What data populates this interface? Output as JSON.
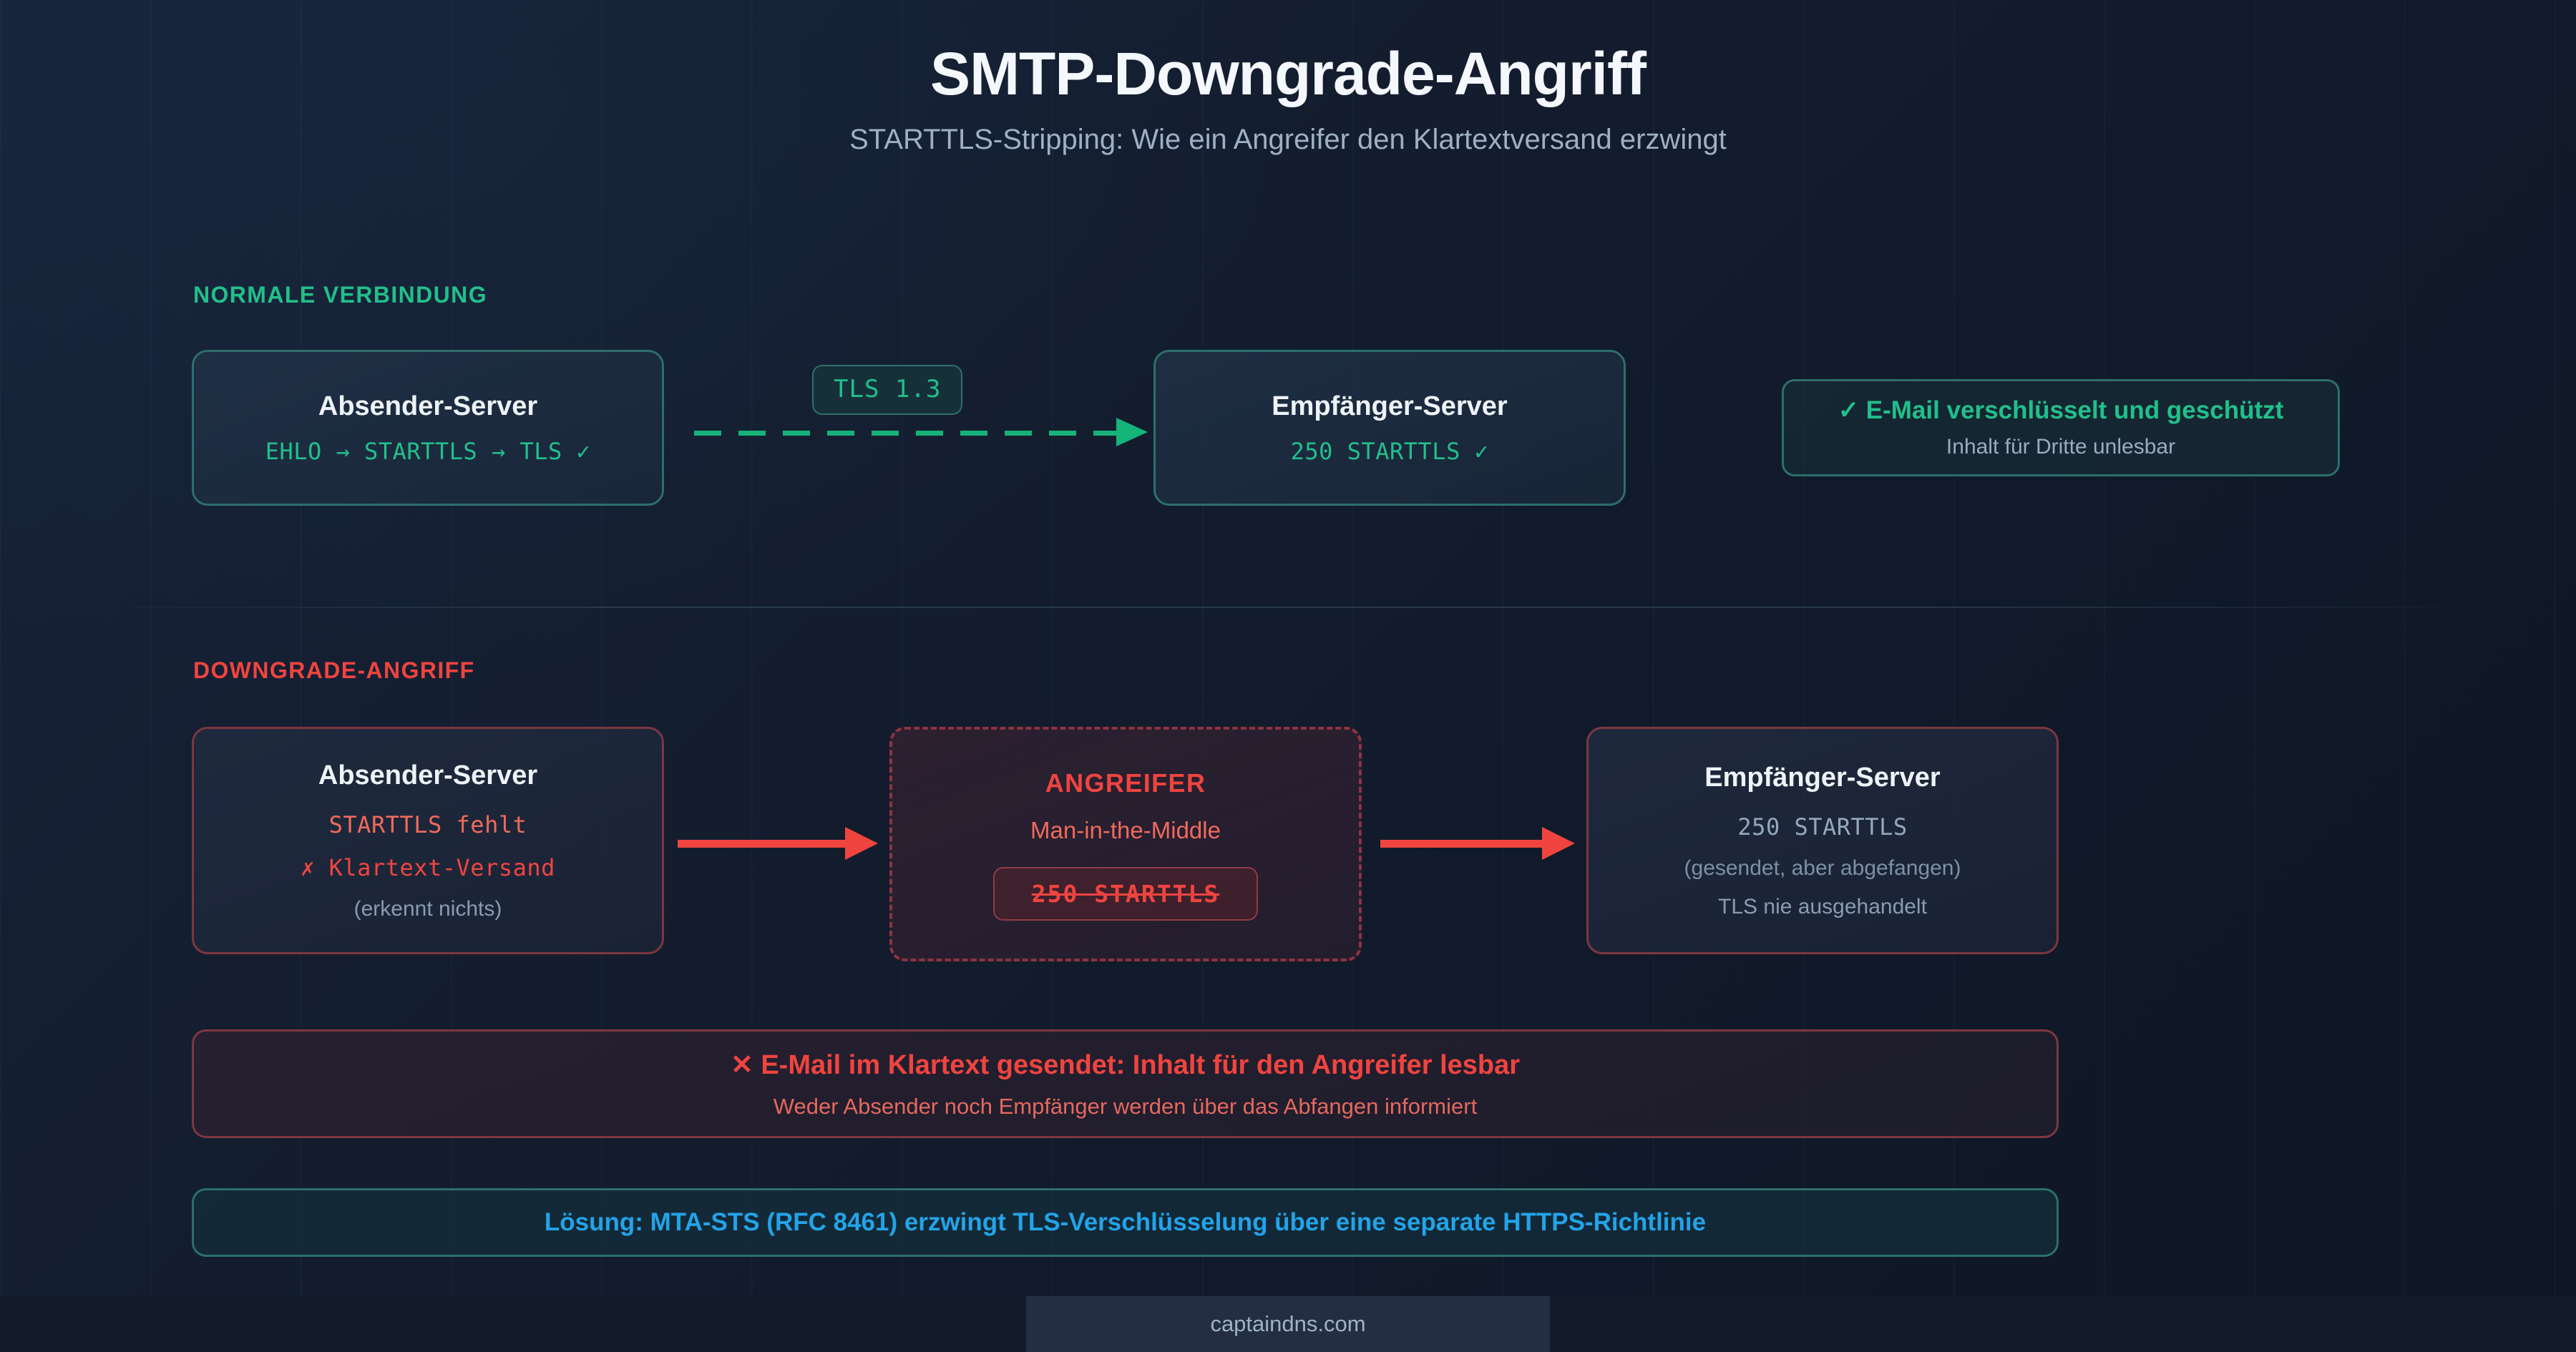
{
  "header": {
    "title": "SMTP-Downgrade-Angriff",
    "subtitle": "STARTTLS-Stripping: Wie ein Angreifer den Klartextversand erzwingt"
  },
  "colors": {
    "background": "#131d2e",
    "ok_accent": "#21c08a",
    "bad_accent": "#f0443f",
    "info_accent": "#23a3e8",
    "muted_text": "#9fb0c4",
    "ok_border": "#2c6f6b",
    "bad_border": "#7d3740"
  },
  "normal_section": {
    "label": "NORMALE VERBINDUNG",
    "sender": {
      "title": "Absender-Server",
      "detail": "EHLO → STARTTLS → TLS ✓"
    },
    "link_badge": "TLS 1.3",
    "arrow_icon": "dashed-arrow-right-icon",
    "receiver": {
      "title": "Empfänger-Server",
      "detail": "250 STARTTLS ✓"
    },
    "status": {
      "icon": "check-icon",
      "icon_glyph": "✓",
      "main": "E-Mail verschlüsselt und geschützt",
      "sub": "Inhalt für Dritte unlesbar"
    }
  },
  "attack_section": {
    "label": "DOWNGRADE-ANGRIFF",
    "sender": {
      "title": "Absender-Server",
      "line1": "STARTTLS fehlt",
      "line2": "✗ Klartext-Versand",
      "line3": "(erkennt nichts)"
    },
    "attacker": {
      "title": "ANGREIFER",
      "subtitle": "Man-in-the-Middle",
      "stripped_command": "250 STARTTLS"
    },
    "receiver": {
      "title": "Empfänger-Server",
      "line1": "250 STARTTLS",
      "line2": "(gesendet, aber abgefangen)",
      "line3": "TLS nie ausgehandelt"
    },
    "arrow_left_icon": "solid-arrow-right-icon",
    "arrow_right_icon": "solid-arrow-right-icon"
  },
  "banners": {
    "danger": {
      "icon_glyph": "✕",
      "main": "✕ E-Mail im Klartext gesendet: Inhalt für den Angreifer lesbar",
      "sub": "Weder Absender noch Empfänger werden über das Abfangen informiert"
    },
    "solution": {
      "main": "Lösung: MTA-STS (RFC 8461) erzwingt TLS-Verschlüsselung über eine separate HTTPS-Richtlinie"
    }
  },
  "footer": {
    "watermark": "captaindns.com"
  }
}
